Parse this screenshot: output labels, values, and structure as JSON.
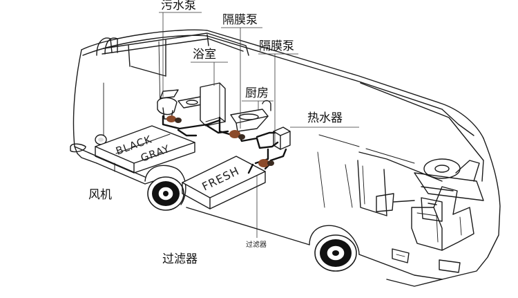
{
  "labels": {
    "sewage_pump": "污水泵",
    "diaphragm_pump_1": "隔膜泵",
    "bathroom": "浴室",
    "diaphragm_pump_2": "隔膜泵",
    "kitchen": "厨房",
    "water_heater": "热水器",
    "fan": "风机",
    "filter_small": "过滤器",
    "filter": "过滤器"
  },
  "tanks": {
    "black": "BLACK",
    "gray": "GRAY",
    "fresh": "FRESH"
  },
  "colors": {
    "outline": "#1a1a1a",
    "pipe": "#111111",
    "pump": "#8b4a2a",
    "background": "#ffffff"
  }
}
